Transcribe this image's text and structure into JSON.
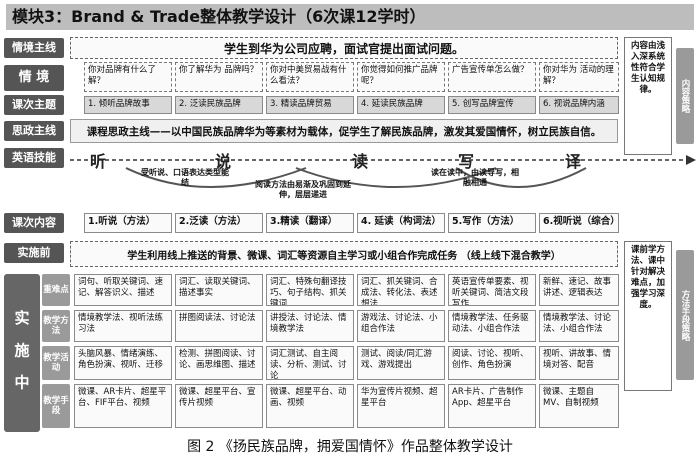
{
  "title": "模块3：Brand & Trade整体教学设计（6次课12学时）",
  "rows": {
    "context_main": "情境主线",
    "context": "情 境",
    "topic": "课次主题",
    "ideology": "思政主线",
    "skills": "英语技能",
    "content": "课次内容",
    "pre_class": "实施前",
    "implementation": "实 施 中"
  },
  "context_main_text": "学生到华为公司应聘，面试官提出面试问题。",
  "questions": [
    "你对品牌有什么了解？",
    "你了解华为 品牌吗？",
    "你对中美贸易战有什么看法？",
    "你觉得如何推广品牌呢？",
    "广告宣传单怎么做？",
    "你对华为 活动的理解？"
  ],
  "topics": [
    "1. 倾听品牌故事",
    "2. 泛读民族品牌",
    "3. 精读品牌贸易",
    "4. 延读民族品牌",
    "5. 创写品牌宣传",
    "6. 视说品牌内涵"
  ],
  "ideology_text": "课程思政主线——以中国民族品牌华为等素材为载体，促学生了解民族品牌，激发其爱国情怀，树立民族自信。",
  "skills": [
    "听",
    "说",
    "读",
    "写",
    "译"
  ],
  "skill_notes": [
    "受听说、口语表达类型能结",
    "阅读方法由易渐及巩固到延伸，层层递进",
    "读在读中，由读导写，相融相通"
  ],
  "contents": [
    "1.听说（方法）",
    "2.泛读（方法）",
    "3.精读（翻译）",
    "4. 延读（构词法）",
    "5.写作（方法）",
    "6.视听说（综合）"
  ],
  "pre_class_text": "学生利用线上推送的背景、微课、词汇等资源自主学习或小组合作完成任务 （线上线下混合教学）",
  "sub_labels": [
    "重难点",
    "教学方法",
    "教学活动",
    "教学手段"
  ],
  "grid": [
    [
      "词句、听取关键词、速记、解答识义、描述",
      "词汇、读取关键词、描述事实",
      "词汇、特殊句翻译技巧、句子结构、抓关键词",
      "词汇、抓关键词、合成法、转化法、表述想法",
      "英语宣传单要素、视听关键词、简洁文段写作",
      "新鲜、速记、故事讲述、逻辑表达"
    ],
    [
      "情境教学法、视听法练习法",
      "拼图阅读法、讨论法",
      "讲授法、讨论法、情境教学法",
      "游戏法、讨论法、小组合作法",
      "情境教学法、任务驱动法、小组合作法",
      "情境教学法、讨论法、小组合作法"
    ],
    [
      "头脑风暴、情绪演练、角色扮演、视听、迁移",
      "检测、拼图阅读、讨论、画思维图、描述",
      "词汇测试、自主阅读、分析、测试、讨论",
      "测试、阅读/同汇游戏、游戏提出",
      "阅读、讨论、视听、创作、角色扮演",
      "视听、讲故事、情境对答、配音"
    ],
    [
      "微课、AR卡片、超星平台、FIF平台、视频",
      "微课、超星平台、宣传片视频",
      "微课、超星平台、动画、视频",
      "华为宣传片视频、超星平台",
      "AR卡片、广告制作App、超星平台",
      "微课、主题自MV、自制视频"
    ]
  ],
  "side_top": "内容由浅入深系统性符合学生认知规律。",
  "side_tab_top": "内容策略",
  "side_bottom": "课前学方法、课中针对解决难点，加强学习深度。",
  "side_tab_bottom": "方法手段策略",
  "caption": "图 2 《扬民族品牌，拥爱国情怀》作品整体教学设计"
}
